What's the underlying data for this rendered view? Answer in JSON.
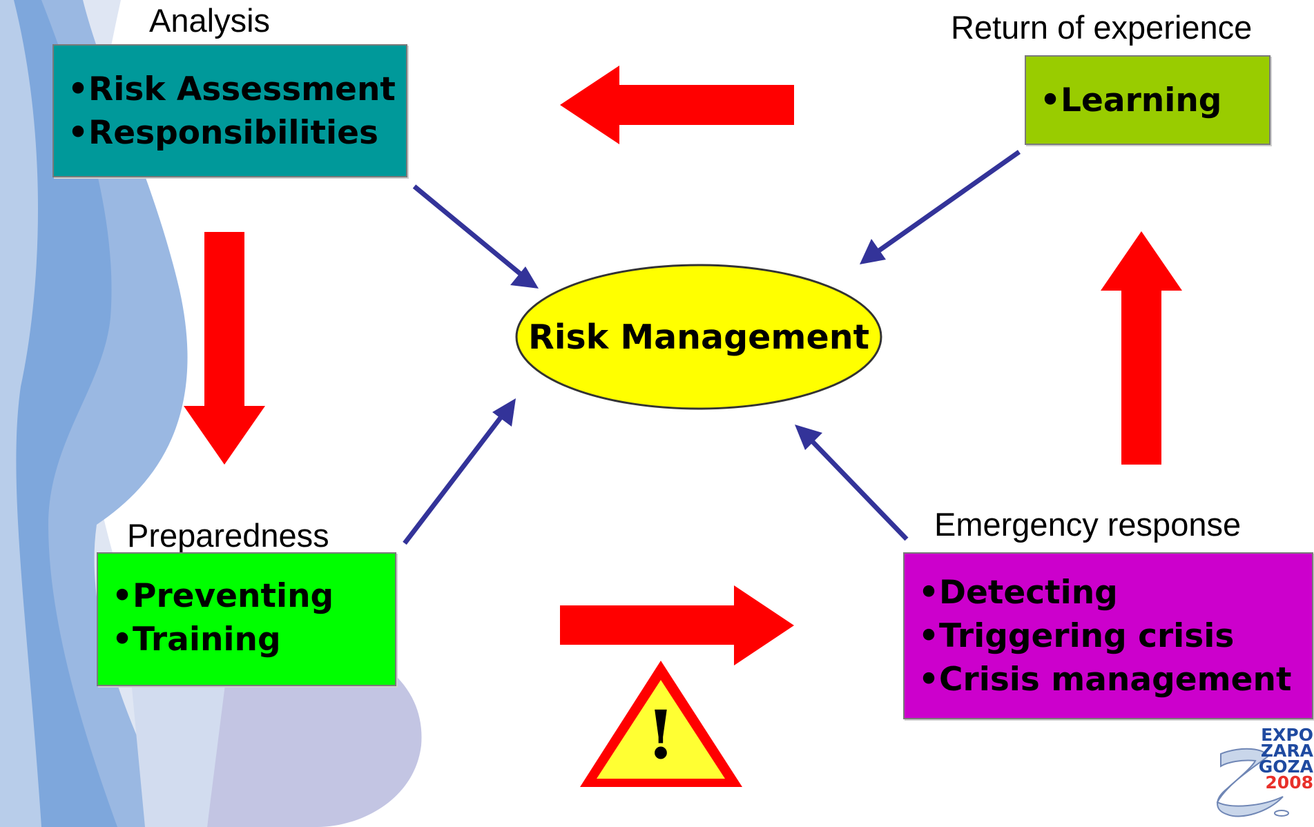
{
  "title": "Risk Management",
  "stages": {
    "analysis": {
      "label": "Analysis",
      "items": [
        "•Risk  Assessment",
        "•Responsibilities"
      ],
      "color": "#00999a"
    },
    "return": {
      "label": "Return of experience",
      "items": [
        "•Learning"
      ],
      "color": "#99cc00"
    },
    "preparedness": {
      "label": "Preparedness",
      "items": [
        "•Preventing",
        "•Training"
      ],
      "color": "#00ff00"
    },
    "emergency": {
      "label": "Emergency response",
      "items": [
        "•Detecting",
        "•Triggering crisis",
        "•Crisis management"
      ],
      "color": "#cc00cc"
    }
  },
  "warning": {
    "symbol": "!",
    "icon": "warning-triangle-icon"
  },
  "logo": {
    "lines": [
      "EXPO",
      "ZARA",
      "GOZA",
      "2008"
    ]
  },
  "colors": {
    "center_fill": "#ffff00",
    "cycle_arrow": "#ff0000",
    "pointer_arrow": "#333399",
    "warning_fill": "#ffff33",
    "warning_border": "#ff0000"
  }
}
